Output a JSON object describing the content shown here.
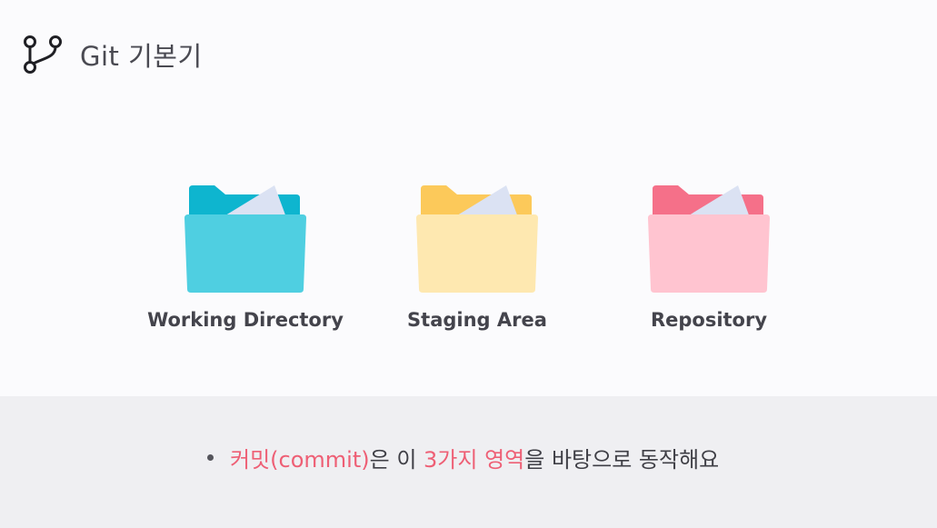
{
  "header": {
    "icon": "git-branch-icon",
    "title": "Git 기본기"
  },
  "folders": [
    {
      "label": "Working Directory",
      "icon": "folder-icon",
      "tab_color": "#0eb5cf",
      "body_color": "#4fcfe1",
      "paper_color": "#dbe2f3"
    },
    {
      "label": "Staging Area",
      "icon": "folder-icon",
      "tab_color": "#fcc95a",
      "body_color": "#fee8b0",
      "paper_color": "#dbe2f3"
    },
    {
      "label": "Repository",
      "icon": "folder-icon",
      "tab_color": "#f57089",
      "body_color": "#ffc4d0",
      "paper_color": "#dbe2f3"
    }
  ],
  "caption": {
    "part1": "커밋(commit)",
    "part2": "은 이 ",
    "part3": "3가지 영역",
    "part4": "을 바탕으로 동작해요",
    "highlight_color": "#ee5f75"
  }
}
